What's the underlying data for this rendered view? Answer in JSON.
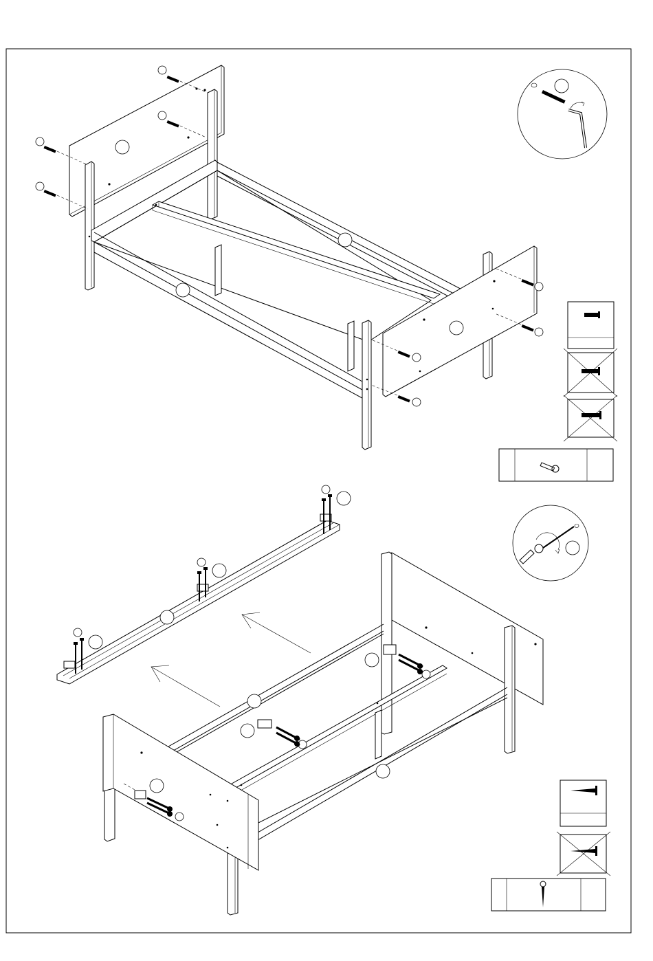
{
  "figure": {
    "steps": [
      {
        "id": "frame-assembly-step",
        "callout_count": 14
      },
      {
        "id": "side-rail-assembly-step",
        "callout_count": 9
      }
    ],
    "hardware_boxes": [
      {
        "id": "short-bolt-ok",
        "icon": "short-bolt-icon",
        "status": "correct"
      },
      {
        "id": "medium-bolt-wrong",
        "icon": "medium-bolt-icon",
        "status": "crossed-out"
      },
      {
        "id": "long-bolt-wrong",
        "icon": "long-bolt-icon",
        "status": "crossed-out"
      },
      {
        "id": "allen-bolt-part",
        "icon": "allen-bolt-icon",
        "status": "part"
      },
      {
        "id": "wood-screw-ok",
        "icon": "wood-screw-icon",
        "status": "correct"
      },
      {
        "id": "wood-screw-wrong",
        "icon": "wood-screw-icon",
        "status": "crossed-out"
      },
      {
        "id": "wood-screw-part",
        "icon": "wood-screw-icon",
        "status": "part"
      }
    ],
    "detail_circles": [
      {
        "id": "allen-key-detail",
        "icon": "allen-key-icon"
      },
      {
        "id": "screwdriver-detail",
        "icon": "screwdriver-icon"
      }
    ]
  }
}
